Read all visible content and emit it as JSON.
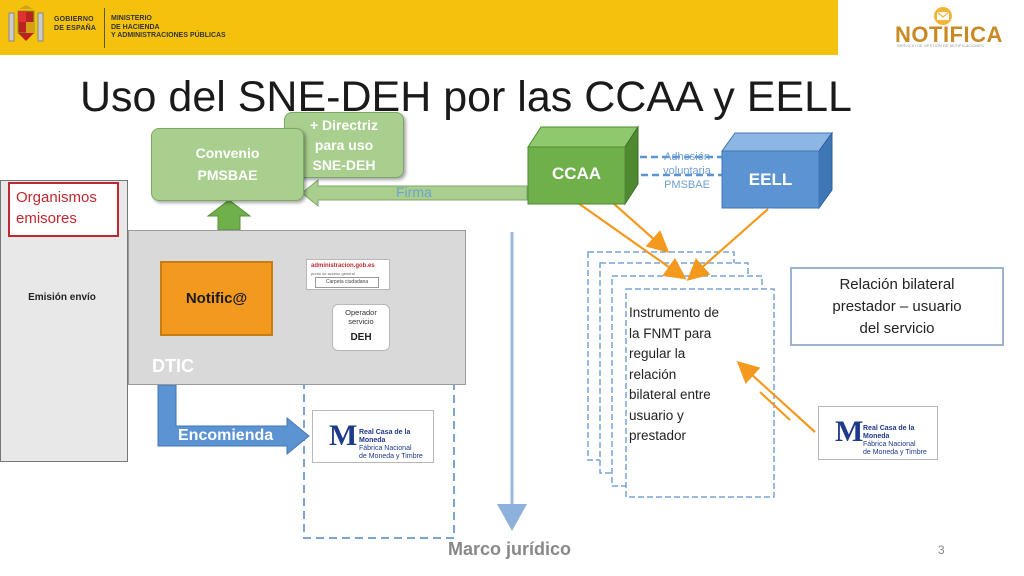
{
  "header": {
    "gobierno": [
      "GOBIERNO",
      "DE ESPAÑA"
    ],
    "ministerio": [
      "MINISTERIO",
      "DE HACIENDA",
      "Y ADMINISTRACIONES PÚBLICAS"
    ],
    "logo_text": "NOTIFICA",
    "logo_sub": "SERVICIO DE GESTIÓN DE NOTIFICACIONES"
  },
  "title": "Uso del SNE-DEH por las CCAA y EELL",
  "boxes": {
    "organismos": "Organismos emisores",
    "emision": "Emisión envío",
    "notific": "Notific@",
    "dtic": "DTIC",
    "convenio": [
      "Convenio",
      "PMSBAE"
    ],
    "directriz": [
      "+ Directriz",
      "para uso",
      "SNE-DEH"
    ],
    "firma": "Firma",
    "ccaa": "CCAA",
    "eell": "EELL",
    "adhesion": [
      "Adhesión",
      "voluntaria",
      "PMSBAE"
    ],
    "relacion": [
      "Relación bilateral",
      "prestador – usuario",
      "del servicio"
    ],
    "instrumento": [
      "Instrumento de",
      "la FNMT para",
      "regular la",
      "relación",
      "bilateral  entre",
      "usuario y",
      "prestador"
    ],
    "encomienda": "Encomienda",
    "marco": "Marco jurídico",
    "page_number": "3"
  },
  "images": {
    "admin": [
      "administracion.gob.es",
      "punto de acceso general",
      "Carpeta ciudadana"
    ],
    "operador": [
      "Operador",
      "servicio",
      "DEH"
    ],
    "fnmt": [
      "Real Casa de la Moneda",
      "Fábrica Nacional",
      "de Moneda y Timbre"
    ]
  },
  "colors": {
    "header": "#f4c20d",
    "accent_green": "#a9cf8f",
    "cube_green": "#6fb04a",
    "cube_blue": "#5b93d3",
    "orange": "#f39a1e",
    "red": "#c0282f"
  }
}
